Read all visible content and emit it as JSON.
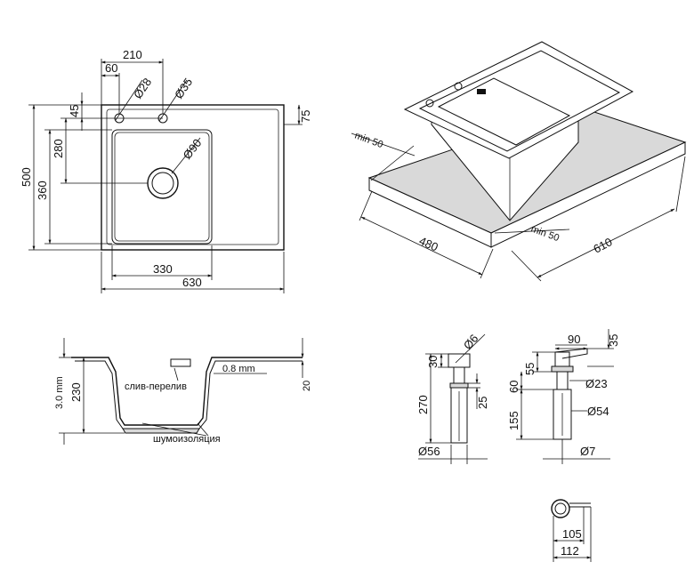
{
  "top_view": {
    "dims": {
      "d210": "210",
      "d60": "60",
      "d28": "Ø28",
      "d35": "Ø35",
      "d45": "45",
      "d75": "75",
      "d280": "280",
      "d500": "500",
      "d360": "360",
      "d90": "Ø90",
      "d330": "330",
      "d630": "630"
    }
  },
  "iso_view": {
    "dims": {
      "min50a": "min 50",
      "min50b": "min 50",
      "d480": "480",
      "d610": "610"
    }
  },
  "section_view": {
    "dims": {
      "d3mm": "3.0 mm",
      "d230": "230",
      "d08": "0.8 mm",
      "d20": "20"
    },
    "labels": {
      "overflow": "слив-перелив",
      "insulation": "шумоизоляция"
    }
  },
  "dispenser_a": {
    "dims": {
      "d6": "Ø6",
      "d30": "30",
      "d270": "270",
      "d25": "25",
      "d56": "Ø56"
    }
  },
  "dispenser_b": {
    "dims": {
      "d90": "90",
      "d35": "35",
      "d55": "55",
      "d60": "60",
      "d23": "Ø23",
      "d155": "155",
      "d54": "Ø54",
      "d7": "Ø7"
    }
  },
  "clip_view": {
    "dims": {
      "d105": "105",
      "d112": "112"
    }
  }
}
